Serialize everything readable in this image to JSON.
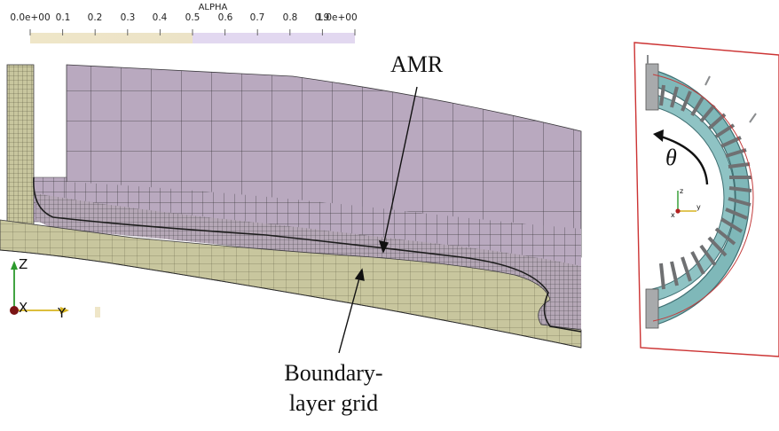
{
  "colorbar": {
    "title": "ALPHA",
    "ticks": [
      "0.0e+00",
      "0.1",
      "0.2",
      "0.3",
      "0.4",
      "0.5",
      "0.6",
      "0.7",
      "0.8",
      "0.9",
      "1.0e+00"
    ],
    "colors": {
      "low": "#efe6c8",
      "high": "#e2d8f0"
    }
  },
  "annotations": {
    "amr": "AMR",
    "boundary_line1": "Boundary-",
    "boundary_line2": "layer grid",
    "theta": "θ"
  },
  "axes_left": {
    "z": "Z",
    "x": "X",
    "y": "Y"
  },
  "axes_right": {
    "z": "z",
    "y": "y",
    "x": "x"
  },
  "colors": {
    "gas": "#b9a9bf",
    "liquid": "#c8c69e",
    "mesh": "#3c3a3e",
    "frame": "#cc3333",
    "part": "#7fb8b9"
  }
}
